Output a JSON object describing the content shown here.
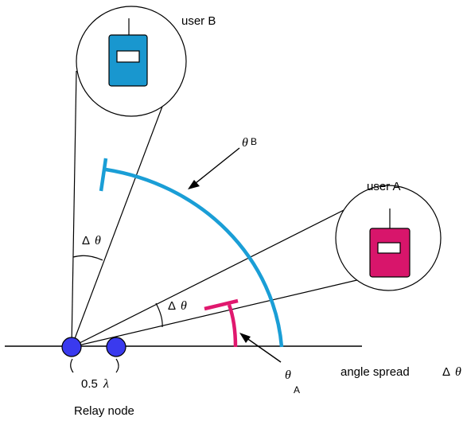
{
  "labels": {
    "user_b": "user B",
    "user_a": "user A",
    "theta": "θ",
    "sub_b": "B",
    "sub_a": "A",
    "delta": "Δ",
    "half_lambda_num": "0.5",
    "lambda": "λ",
    "relay_node": "Relay node",
    "angle_spread": "angle spread"
  },
  "colors": {
    "angle_spread_arc": "#1a9ed6",
    "user_a_marker": "#e0186e",
    "antenna_node": "#3a3aee",
    "device_b_body": "#1997cf",
    "device_a_body": "#d8156b"
  }
}
